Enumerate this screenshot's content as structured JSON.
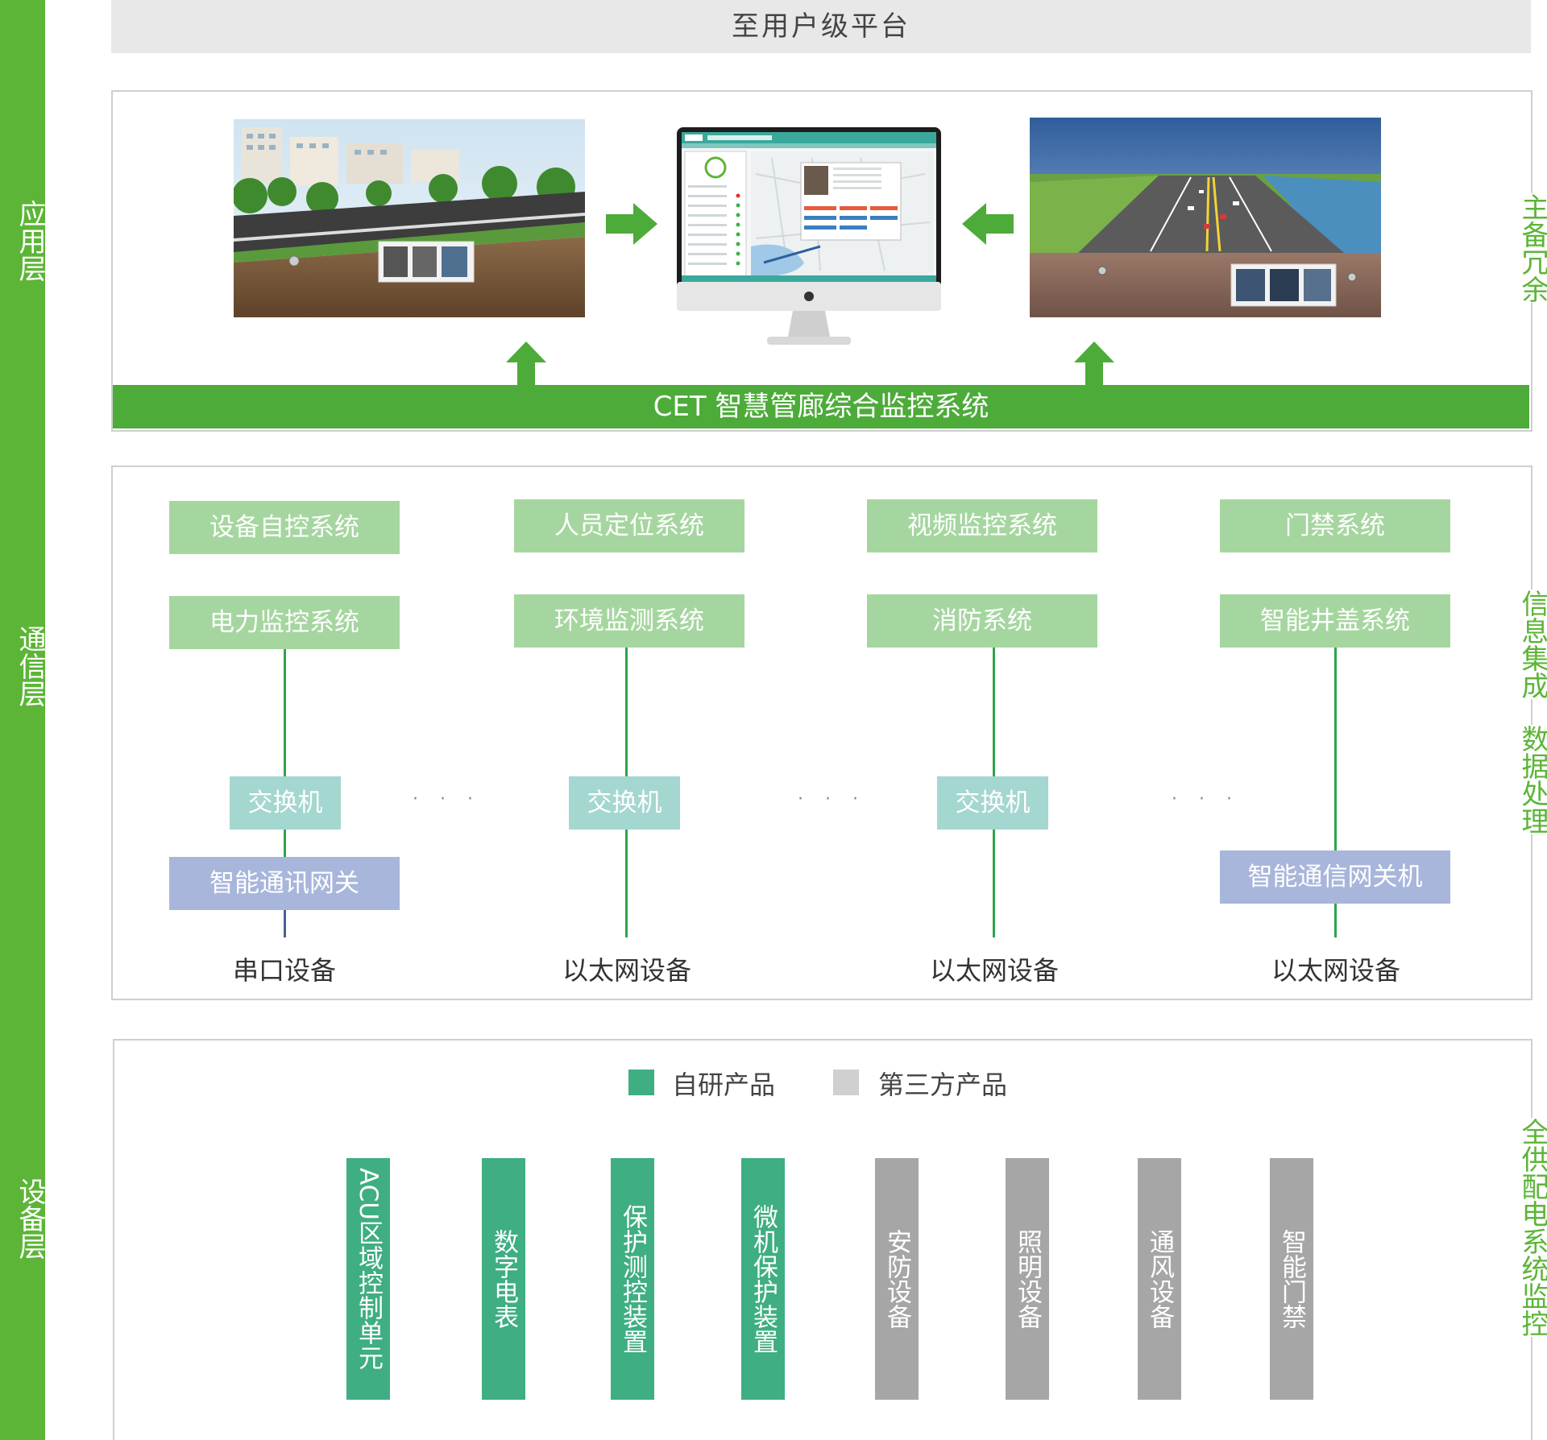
{
  "top_platform": "至用户级平台",
  "layers": {
    "app": "应用层",
    "comm": "通信层",
    "device": "设备层"
  },
  "right_labels": {
    "app": "主备冗余",
    "comm_a": "信息集成",
    "comm_b": "数据处理",
    "device": "全供配电系统监控"
  },
  "app_layer": {
    "system_name": "CET 智慧管廊综合监控系统"
  },
  "comm_layer": {
    "systems_row1": [
      "设备自控系统",
      "人员定位系统",
      "视频监控系统",
      "门禁系统"
    ],
    "systems_row2": [
      "电力监控系统",
      "环境监测系统",
      "消防系统",
      "智能井盖系统"
    ],
    "switch_label": "交换机",
    "gateway_left": "智能通讯网关",
    "gateway_right": "智能通信网关机",
    "dots": "· · ·",
    "devices": [
      "串口设备",
      "以太网设备",
      "以太网设备",
      "以太网设备"
    ]
  },
  "device_layer": {
    "legend": [
      {
        "label": "自研产品",
        "color": "#3fae82"
      },
      {
        "label": "第三方产品",
        "color": "#d0d0d0"
      }
    ],
    "products": [
      {
        "label": "ACU区域控制单元",
        "kind": "own"
      },
      {
        "label": "数字电表",
        "kind": "own"
      },
      {
        "label": "保护测控装置",
        "kind": "own"
      },
      {
        "label": "微机保护装置",
        "kind": "own"
      },
      {
        "label": "安防设备",
        "kind": "third"
      },
      {
        "label": "照明设备",
        "kind": "third"
      },
      {
        "label": "通风设备",
        "kind": "third"
      },
      {
        "label": "智能门禁",
        "kind": "third"
      }
    ]
  },
  "colors": {
    "green": "#5cb537",
    "own_product": "#3fae82",
    "third_product": "#a6a6a6"
  }
}
